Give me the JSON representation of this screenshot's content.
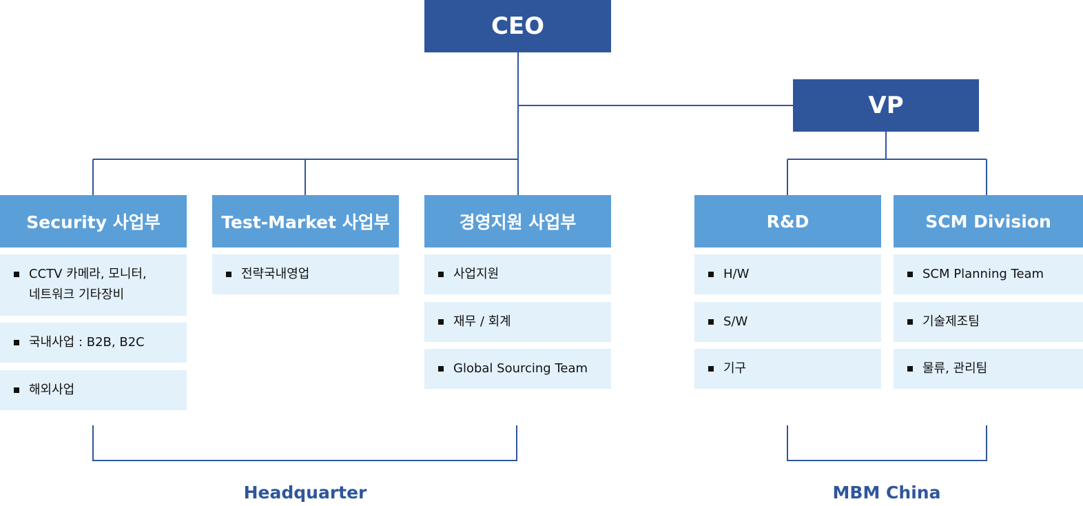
{
  "colors": {
    "dark_box": "#2f569b",
    "light_box": "#5b9fd9",
    "item_bg": "#e3f1fb",
    "line": "#2f569b",
    "group_label": "#2f569b"
  },
  "top": {
    "ceo": "CEO",
    "vp": "VP"
  },
  "divisions": {
    "security": {
      "title": "Security 사업부",
      "items": [
        "CCTV 카메라, 모니터,\n네트워크 기타장비",
        "국내사업 : B2B, B2C",
        "해외사업"
      ]
    },
    "test_market": {
      "title": "Test-Market 사업부",
      "items": [
        "전략국내영업"
      ]
    },
    "management": {
      "title": "경영지원 사업부",
      "items": [
        "사업지원",
        "재무 / 회계",
        "Global Sourcing Team"
      ]
    },
    "rnd": {
      "title": "R&D",
      "items": [
        "H/W",
        "S/W",
        "기구"
      ]
    },
    "scm": {
      "title": "SCM Division",
      "items": [
        "SCM Planning Team",
        "기술제조팀",
        "물류, 관리팀"
      ]
    }
  },
  "groups": {
    "headquarter": "Headquarter",
    "china": "MBM China"
  }
}
